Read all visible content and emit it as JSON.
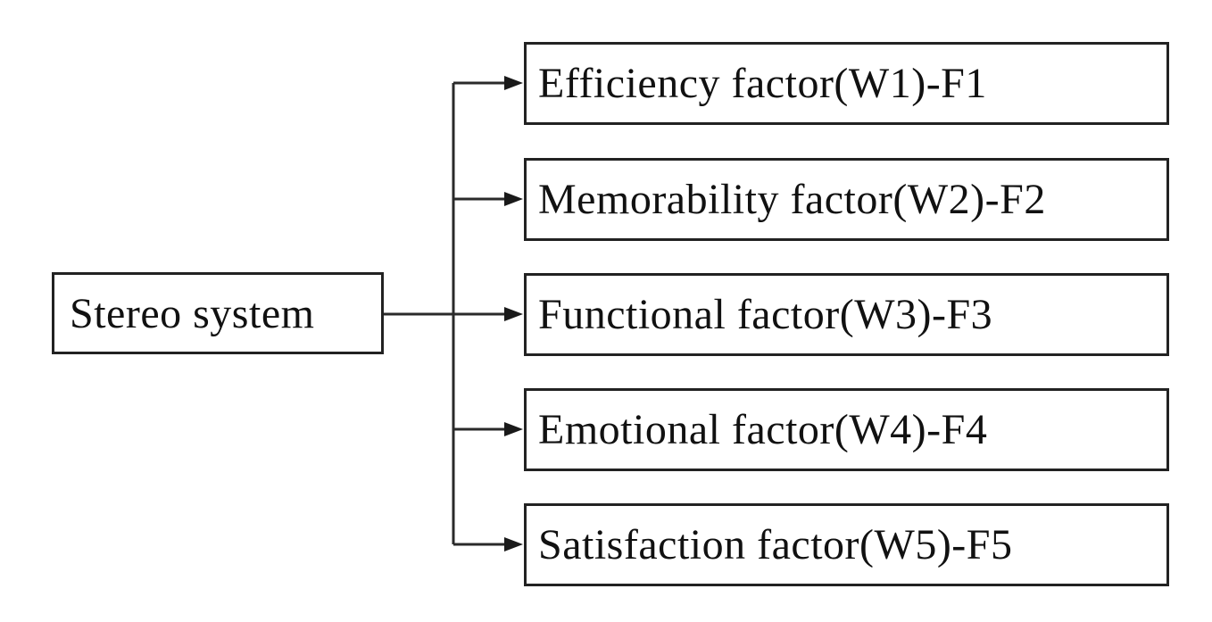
{
  "diagram": {
    "root": {
      "label": "Stereo system"
    },
    "children": [
      {
        "label": "Efficiency factor(W1)-F1"
      },
      {
        "label": "Memorability factor(W2)-F2"
      },
      {
        "label": "Functional factor(W3)-F3"
      },
      {
        "label": "Emotional factor(W4)-F4"
      },
      {
        "label": "Satisfaction factor(W5)-F5"
      }
    ],
    "colors": {
      "background": "#ffffff",
      "border": "#222222",
      "line": "#2a2a2a",
      "text": "#111111"
    }
  }
}
